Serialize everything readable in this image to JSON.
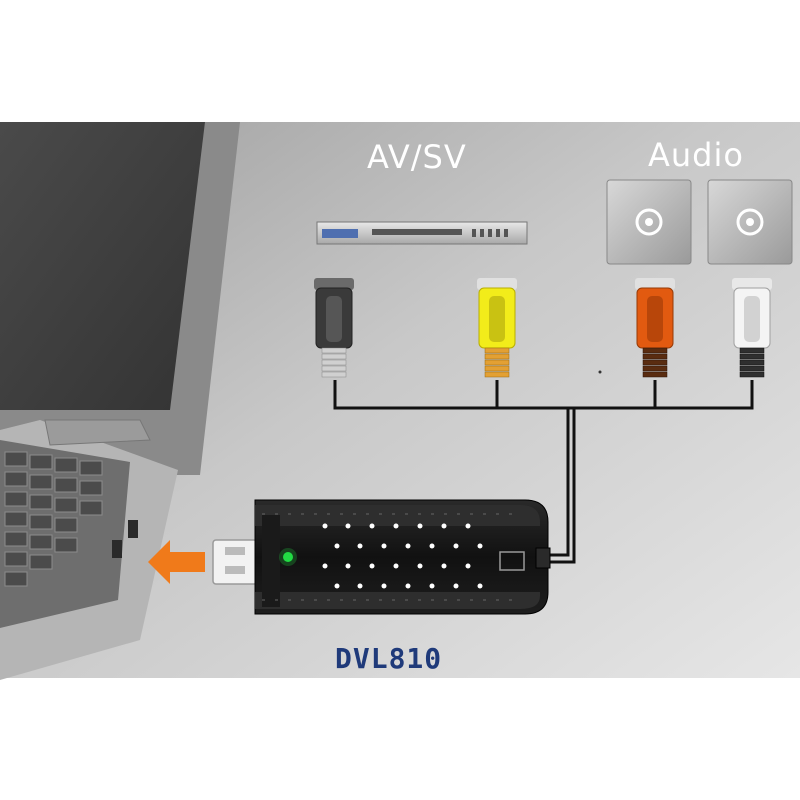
{
  "labels": {
    "av_sv": "AV/SV",
    "audio": "Audio",
    "model": "DVL810"
  },
  "icons": {
    "laptop": "laptop-icon",
    "dvd_player": "dvd-player-icon",
    "audio_jack": "audio-jack-icon",
    "svideo_plug": "svideo-plug-icon",
    "rca_plug": "rca-plug-icon",
    "usb_plug": "usb-plug-icon",
    "arrow": "arrow-left-icon",
    "led": "led-indicator-icon"
  },
  "colors": {
    "background": "#c9c9c9",
    "led": "#22dd44",
    "arrow": "#f07a1a",
    "plug_svideo": "#3a3a3a",
    "plug_video": "#f2ec1a",
    "plug_audio_left": "#e25a10",
    "plug_audio_right": "#f4f4f4",
    "model_text": "#1f3a7a"
  }
}
